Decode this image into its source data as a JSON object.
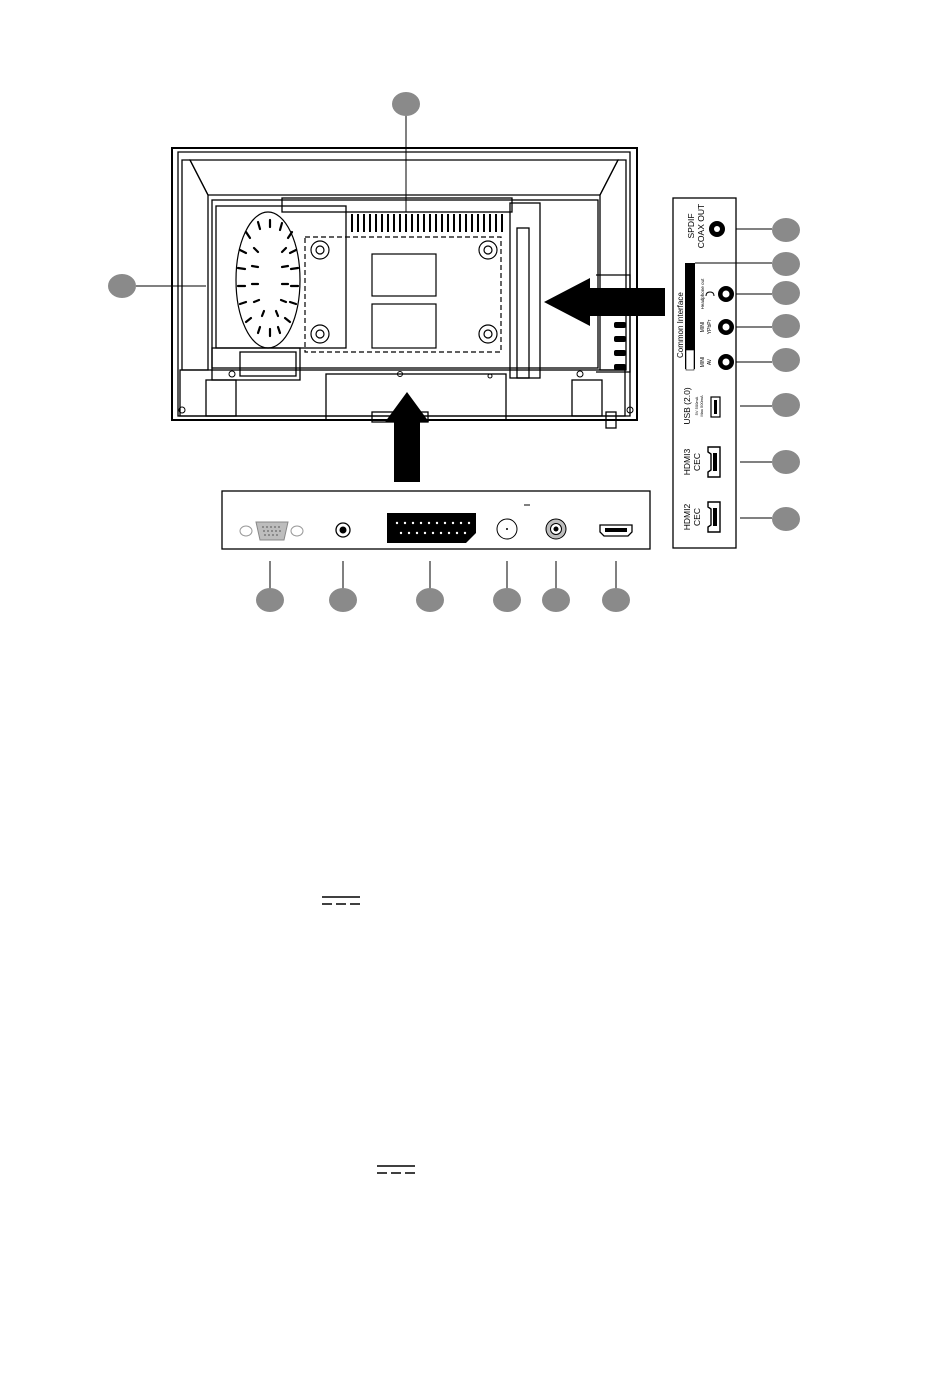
{
  "side_panel": {
    "common_interface": "Common Interface",
    "spdif_line1": "SPDIF",
    "spdif_line2": "COAX OUT",
    "headphone": "Headphone out",
    "mini_ypbpr_line1": "MINI",
    "mini_ypbpr_line2": "YPbPr",
    "mini_av_line1": "MINI",
    "mini_av_line2": "AV",
    "usb_line1": "USB (2.0)",
    "usb_line2": "5V 500mA",
    "usb_line3": "Max 500mA",
    "hdmi3_line1": "HDMI3",
    "hdmi3_line2": "CEC",
    "hdmi2_line1": "HDMI2",
    "hdmi2_line2": "CEC"
  },
  "bottom_panel": {
    "dc_mark": "⎓"
  },
  "callouts": {
    "top_count": 1,
    "left_count": 1,
    "side_count": 8,
    "bottom_count": 6
  },
  "colors": {
    "ink": "#000000",
    "callout_fill": "#8a8a8a",
    "paper": "#ffffff",
    "port_grey": "#bdbdbd"
  }
}
